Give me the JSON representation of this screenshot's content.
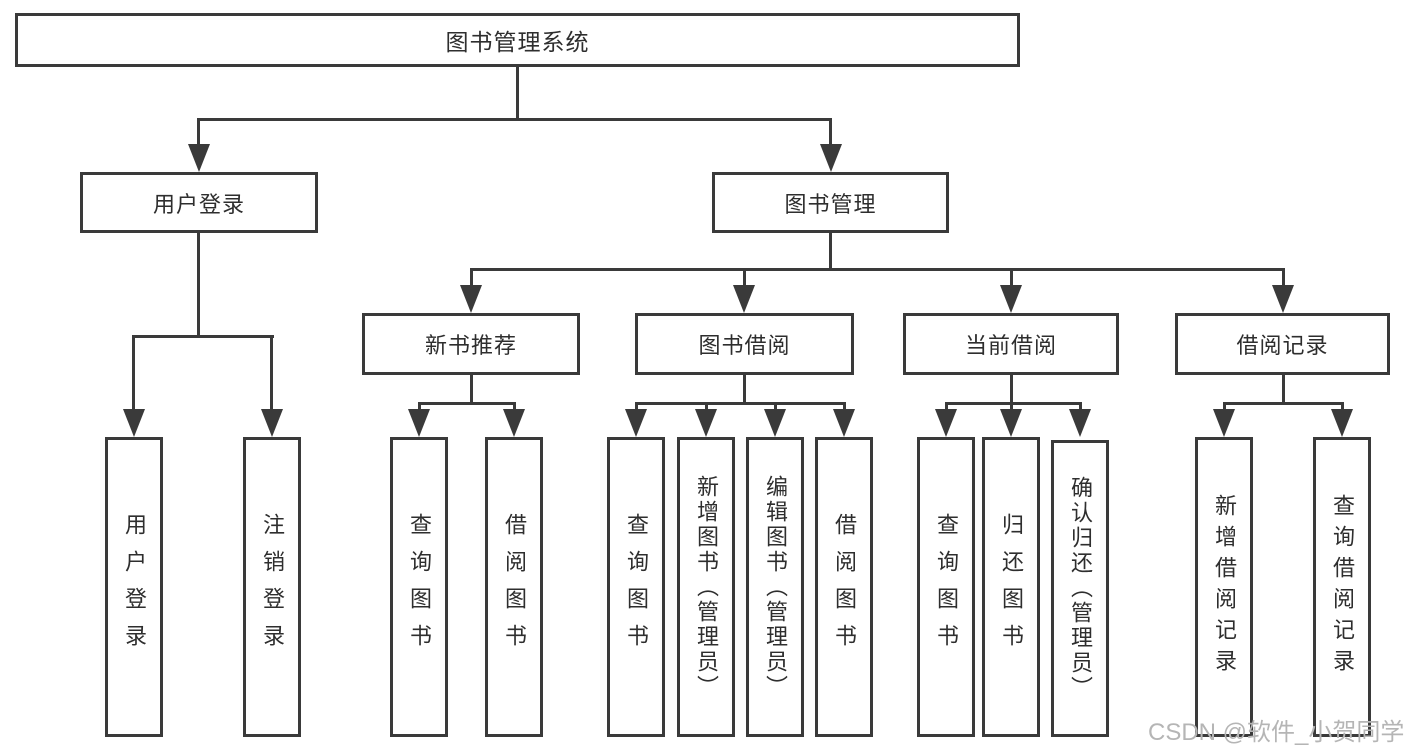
{
  "diagram": {
    "title": "图书管理系统",
    "tree": {
      "label": "图书管理系统",
      "children": [
        {
          "label": "用户登录",
          "children": [
            {
              "label": "用户登录"
            },
            {
              "label": "注销登录"
            }
          ]
        },
        {
          "label": "图书管理",
          "children": [
            {
              "label": "新书推荐",
              "children": [
                {
                  "label": "查询图书"
                },
                {
                  "label": "借阅图书"
                }
              ]
            },
            {
              "label": "图书借阅",
              "children": [
                {
                  "label": "查询图书"
                },
                {
                  "label": "新增图书（管理员）"
                },
                {
                  "label": "编辑图书（管理员）"
                },
                {
                  "label": "借阅图书"
                }
              ]
            },
            {
              "label": "当前借阅",
              "children": [
                {
                  "label": "查询图书"
                },
                {
                  "label": "归还图书"
                },
                {
                  "label": "确认归还（管理员）"
                }
              ]
            },
            {
              "label": "借阅记录",
              "children": [
                {
                  "label": "新增借阅记录"
                },
                {
                  "label": "查询借阅记录"
                }
              ]
            }
          ]
        }
      ]
    },
    "watermark": "CSDN @软件_小贺同学",
    "colors": {
      "line": "#3a3a3a",
      "text": "#2e2e2e",
      "watermark": "#b5b5b5",
      "background": "#ffffff"
    }
  }
}
